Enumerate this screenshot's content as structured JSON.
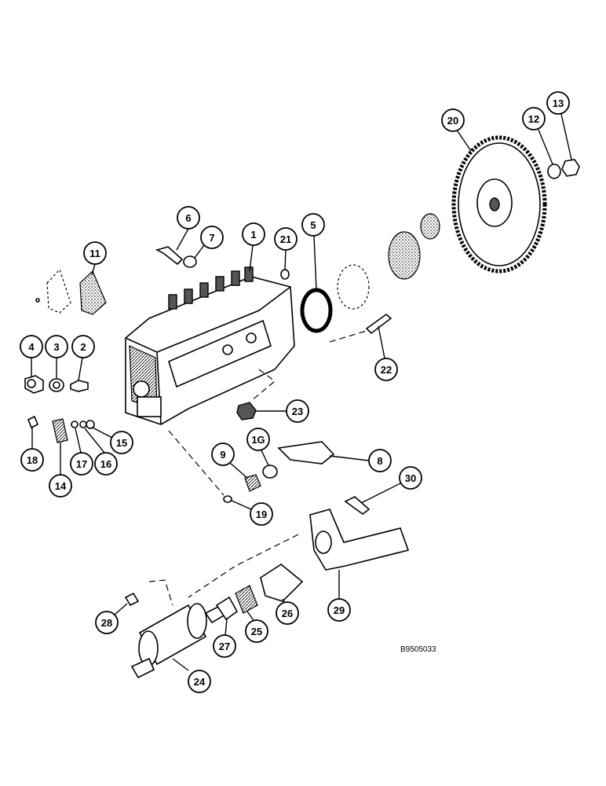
{
  "figure_ref": "B9505033",
  "callouts": [
    {
      "n": "1"
    },
    {
      "n": "2"
    },
    {
      "n": "3"
    },
    {
      "n": "4"
    },
    {
      "n": "5"
    },
    {
      "n": "6"
    },
    {
      "n": "7"
    },
    {
      "n": "8"
    },
    {
      "n": "9"
    },
    {
      "n": "1G"
    },
    {
      "n": "11"
    },
    {
      "n": "12"
    },
    {
      "n": "13"
    },
    {
      "n": "14"
    },
    {
      "n": "15"
    },
    {
      "n": "16"
    },
    {
      "n": "17"
    },
    {
      "n": "18"
    },
    {
      "n": "19"
    },
    {
      "n": "20"
    },
    {
      "n": "21"
    },
    {
      "n": "22"
    },
    {
      "n": "23"
    },
    {
      "n": "24"
    },
    {
      "n": "25"
    },
    {
      "n": "26"
    },
    {
      "n": "27"
    },
    {
      "n": "28"
    },
    {
      "n": "29"
    },
    {
      "n": "30"
    }
  ]
}
